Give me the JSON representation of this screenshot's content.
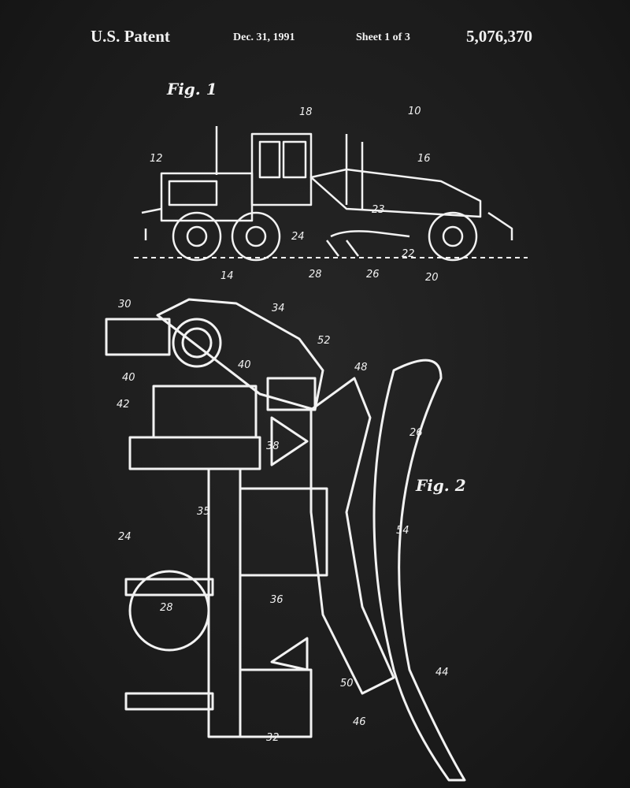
{
  "header": {
    "title": "U.S. Patent",
    "date": "Dec. 31, 1991",
    "sheet": "Sheet 1 of 3",
    "patent_number": "5,076,370"
  },
  "figures": {
    "fig1_label": "Fig. 1",
    "fig2_label": "Fig. 2"
  },
  "fig1_refs": [
    "10",
    "12",
    "14",
    "16",
    "18",
    "20",
    "22",
    "23",
    "24",
    "26",
    "28"
  ],
  "fig2_refs": [
    "30",
    "34",
    "52",
    "48",
    "40",
    "40",
    "42",
    "38",
    "26",
    "35",
    "24",
    "54",
    "36",
    "28",
    "50",
    "44",
    "46",
    "32"
  ],
  "colors": {
    "background": "#1c1c1c",
    "ink": "#f2f2f2"
  }
}
